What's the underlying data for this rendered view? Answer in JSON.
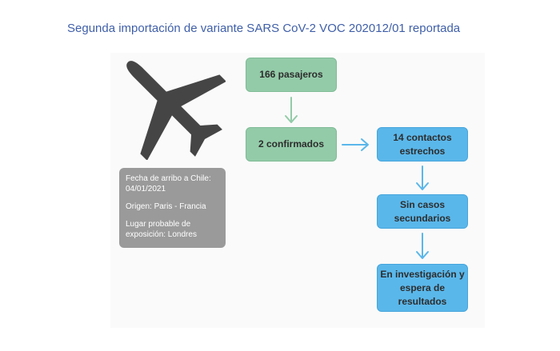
{
  "title": "Segunda importación de variante SARS CoV-2 VOC 202012/01 reportada",
  "icons": {
    "plane": "airplane-icon"
  },
  "colors": {
    "title": "#3f5fa8",
    "green_box": "#93cba8",
    "blue_box": "#5ab7ea",
    "info_box": "#9a9a9a",
    "plane": "#454545"
  },
  "flow": {
    "passengers": "166 pasajeros",
    "confirmed": "2 confirmados",
    "contacts_line1": "14 contactos",
    "contacts_line2": "estrechos",
    "secondary_line1": "Sin casos",
    "secondary_line2": "secundarios",
    "investigation_line1": "En investigación y",
    "investigation_line2": "espera de",
    "investigation_line3": "resultados"
  },
  "info": {
    "arrival_label": "Fecha de arribo a Chile:",
    "arrival_date": "04/01/2021",
    "origin": "Origen: Paris - Francia",
    "exposure_label": "Lugar probable de",
    "exposure_value": "exposición: Londres"
  }
}
